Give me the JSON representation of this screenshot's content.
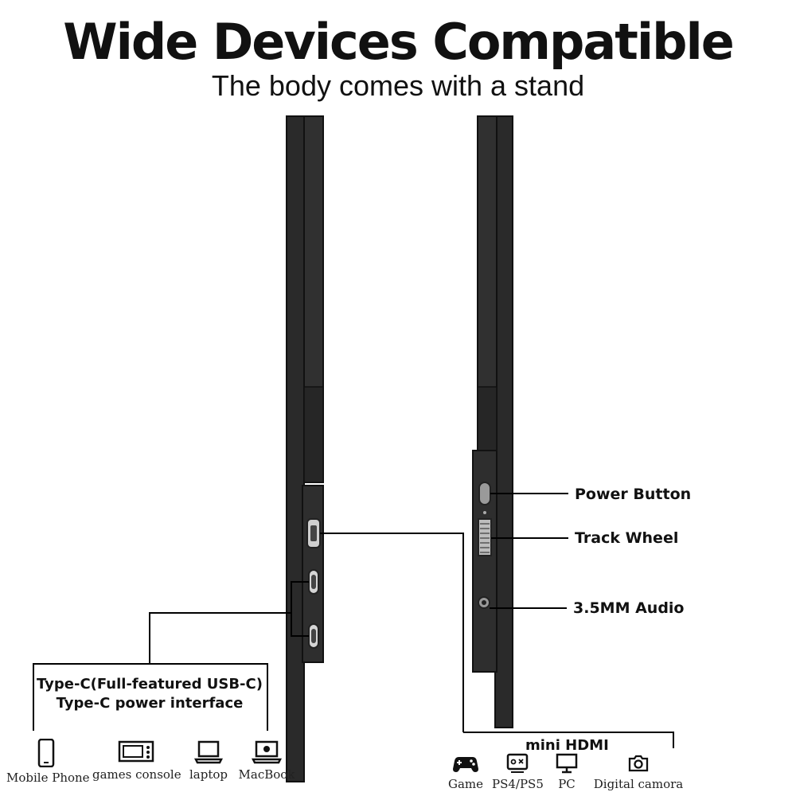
{
  "header": {
    "title": "Wide Devices Compatible",
    "subtitle": "The body comes with a stand"
  },
  "callouts": {
    "power_button": "Power Button",
    "track_wheel": "Track Wheel",
    "audio": "3.5MM Audio",
    "typec_line1": "Type-C(Full-featured USB-C)",
    "typec_line2": "Type-C power interface",
    "mini_hdmi": "mini HDMI"
  },
  "left_devices": [
    {
      "label": "Mobile Phone",
      "icon": "mobile-phone-icon"
    },
    {
      "label": "games console",
      "icon": "games-console-icon"
    },
    {
      "label": "laptop",
      "icon": "laptop-icon"
    },
    {
      "label": "MacBook",
      "icon": "macbook-icon"
    }
  ],
  "right_devices": [
    {
      "label": "Game",
      "icon": "gamepad-icon"
    },
    {
      "label": "PS4/PS5",
      "icon": "ps-console-icon"
    },
    {
      "label": "PC",
      "icon": "pc-monitor-icon"
    },
    {
      "label": "Digital camora",
      "icon": "camera-icon"
    }
  ],
  "colors": {
    "device_body": "#2b2b2b",
    "device_edge": "#111111",
    "line": "#000000"
  }
}
